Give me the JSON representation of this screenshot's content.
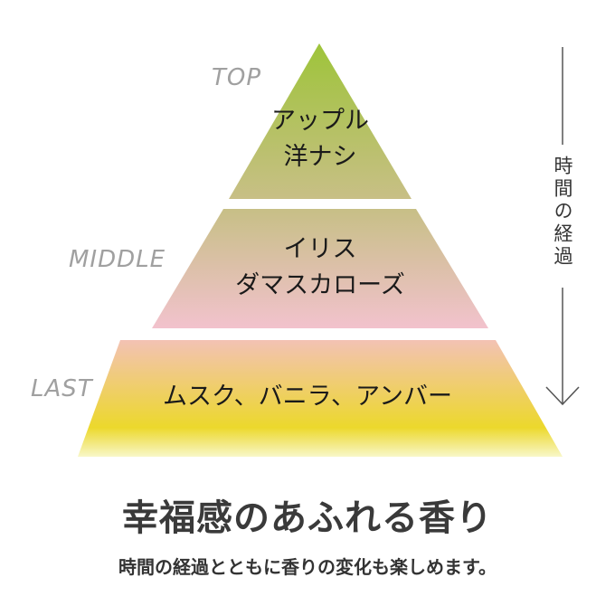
{
  "pyramid": {
    "top": {
      "label": "TOP",
      "notes": [
        "アップル",
        "洋ナシ"
      ],
      "colors": [
        "#9ec43a",
        "#c8bf86"
      ]
    },
    "middle": {
      "label": "MIDDLE",
      "notes": [
        "イリス",
        "ダマスカローズ"
      ],
      "colors": [
        "#c7bf86",
        "#f2c2cd"
      ]
    },
    "last": {
      "label": "LAST",
      "notes": [
        "ムスク、バニラ、アンバー"
      ],
      "colors": [
        "#f3c2b4",
        "#ecd82c",
        "#f8f7c8"
      ]
    }
  },
  "timeline": {
    "label": "時間の経過",
    "line_color": "#555555"
  },
  "headline": "幸福感のあふれる香り",
  "subline": "時間の経過とともに香りの変化も楽しめます。"
}
